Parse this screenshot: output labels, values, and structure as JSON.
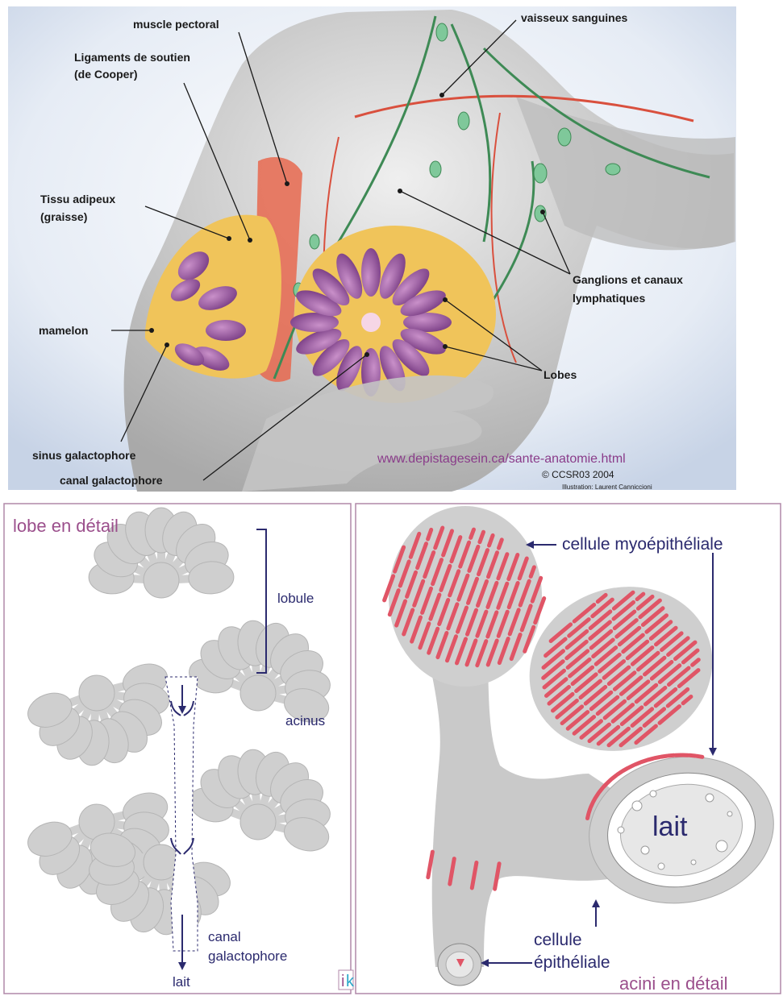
{
  "top_panel": {
    "labels": {
      "muscle": "muscle pectoral",
      "ligaments_1": "Ligaments de soutien",
      "ligaments_2": "(de Cooper)",
      "tissu_1": "Tissu  adipeux",
      "tissu_2": "(graisse)",
      "mamelon": "mamelon",
      "sinus": "sinus galactophore",
      "canal": "canal galactophore",
      "vaisseaux": "vaisseux sanguines",
      "ganglions_1": "Ganglions et canaux",
      "ganglions_2": "lymphatiques",
      "lobes": "Lobes"
    },
    "url": "www.depistagesein.ca/sante-anatomie.html",
    "copyright": "© CCSR03 2004",
    "illustration_credit": "Illustration: Laurent Canniccioni"
  },
  "lobe_panel": {
    "title": "lobe en détail",
    "lobule": "lobule",
    "acinus": "acinus",
    "canal_1": "canal",
    "canal_2": "galactophore",
    "lait": "lait",
    "logo_i": "i",
    "logo_k": "k"
  },
  "acini_panel": {
    "title": "acini en détail",
    "myo": "cellule myoépithéliale",
    "lait": "lait",
    "epi_1": "cellule",
    "epi_2": "épithéliale"
  },
  "colors": {
    "title_purple": "#9b4f8c",
    "label_navy": "#2b2a6e",
    "url_purple": "#8a3c8a",
    "red_cells": "#e05566",
    "gland_gray": "#c8c8c8",
    "frame": "#b088a8"
  }
}
